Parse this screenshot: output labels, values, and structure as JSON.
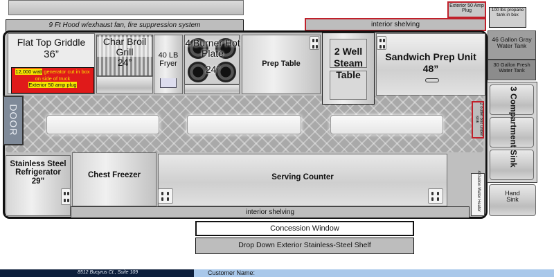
{
  "colors": {
    "outline": "#1a1a1a",
    "warning_red": "#e01a1a",
    "warning_yellow": "#f5e400",
    "accent_border": "#c0202a",
    "footer_blue": "#a9c8ea"
  },
  "top": {
    "hood_label": "9 Ft Hood w/exhaust fan, fire suppression system",
    "interior_shelving_top": "interior shelving",
    "ext_plug_label": "Exterior 50 Amp Plug",
    "propane_label": "100 lbs propane tank in box"
  },
  "equipment": {
    "griddle_title": "Flat Top Griddle",
    "griddle_size": "36”",
    "generator_watt": "12,000 watt",
    "generator_rest": " generator cut in box on side of truck",
    "generator_plug": "Exterior 50 amp plug",
    "char_broil": "Char Broil Grill",
    "char_size": "24”",
    "fryer": "40 LB Fryer",
    "hotplate": "4 Burner Hot Plate",
    "hotplate_size": "24”",
    "prep_table": "Prep Table",
    "steam_table": "2 Well Steam Table",
    "sandwich": "Sandwich Prep Unit",
    "sandwich_size": "48”",
    "gray_tank": "46 Gallon Gray Water Tank",
    "fresh_tank": "30 Gallon Fresh Water Tank",
    "outlet_box": "2 outlet box under sink",
    "comp_sink": "3 Compartment Sink",
    "door": "DOOR",
    "refrigerator": "Stainless Steel Refrigerator",
    "refrigerator_size": "29”",
    "freezer": "Chest Freezer",
    "serving_counter": "Serving Counter",
    "water_heater": "4 Gallon Water Heater",
    "hand_sink": "Hand Sink"
  },
  "bottom": {
    "interior_shelving_bottom": "interior shelving",
    "concession_window": "Concession Window",
    "drop_shelf": "Drop Down Exterior Stainless-Steel Shelf"
  },
  "footer": {
    "address": "8512 Bucyrus Ct., Suite 109",
    "customer_label": "Customer Name:"
  }
}
